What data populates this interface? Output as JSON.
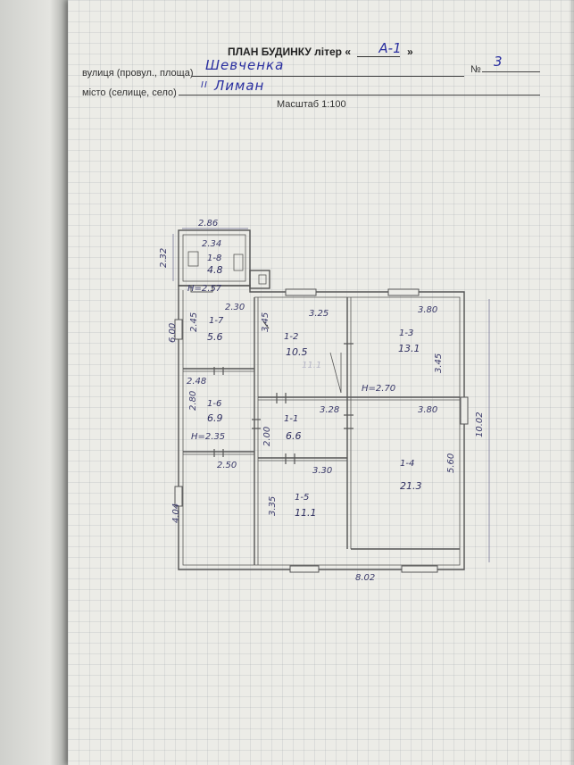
{
  "header": {
    "title_prefix": "ПЛАН БУДИНКУ літер «",
    "liter": "А-1",
    "title_suffix": "»",
    "street_label": "вулиця (провул., площа)",
    "street_value": "Шевченка",
    "number_label": "№",
    "number_value": "3",
    "city_label": "місто (селище, село)",
    "city_value": "Лиман",
    "city_prefix_mark": "II",
    "scale": "Масштаб 1:100"
  },
  "plan": {
    "outer_dims": {
      "top_annex": "2.86",
      "annex_inner": "2.34",
      "annex_left": "2.32",
      "left_total": "6.00",
      "right_total": "10.02",
      "bottom_total": "8.02",
      "lower_left": "4.04",
      "lower_left_width": "2.50"
    },
    "heights": {
      "h1": "H=2.57",
      "h2": "H=2.70",
      "h3": "H=2.35"
    },
    "rooms": [
      {
        "id": "1-8",
        "area": "4.8",
        "w": "2.34",
        "h": ""
      },
      {
        "id": "1-7",
        "area": "5.6",
        "w": "2.30",
        "h": "2.45"
      },
      {
        "id": "1-6",
        "area": "6.9",
        "w": "2.48",
        "h": "2.80"
      },
      {
        "id": "1-2",
        "area": "10.5",
        "w": "3.25",
        "h": "3.45"
      },
      {
        "id": "1-3",
        "area": "13.1",
        "w": "3.80",
        "h": "3.45"
      },
      {
        "id": "1-1",
        "area": "6.6",
        "w": "3.28",
        "h": "2.00"
      },
      {
        "id": "1-4",
        "area": "21.3",
        "w": "3.80",
        "h": "5.60"
      },
      {
        "id": "1-5",
        "area": "11.1",
        "w": "3.30",
        "h": "3.35"
      }
    ],
    "faint_note": "11.1"
  }
}
